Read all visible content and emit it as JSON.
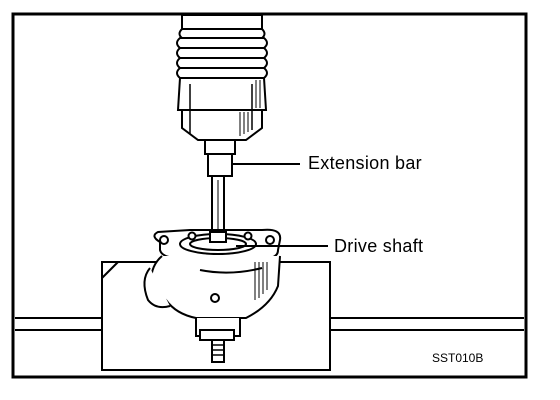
{
  "diagram": {
    "labels": {
      "extension_bar": "Extension bar",
      "drive_shaft": "Drive shaft"
    },
    "figure_code": "SST010B",
    "colors": {
      "ink": "#000000",
      "paper": "#ffffff"
    },
    "icons": [
      "impact-wrench-icon",
      "extension-bar-icon",
      "pump-housing-icon",
      "drive-shaft-icon",
      "bench-block-icon"
    ]
  }
}
